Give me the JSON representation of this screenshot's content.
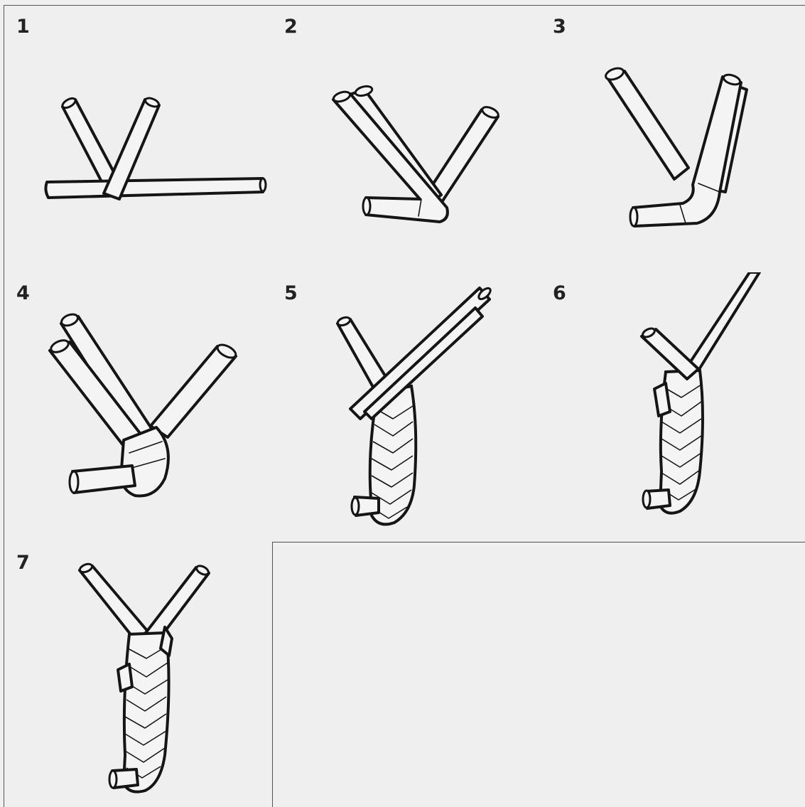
{
  "steps": [
    {
      "number": "1"
    },
    {
      "number": "2"
    },
    {
      "number": "3"
    },
    {
      "number": "4"
    },
    {
      "number": "5"
    },
    {
      "number": "6"
    },
    {
      "number": "7"
    }
  ]
}
